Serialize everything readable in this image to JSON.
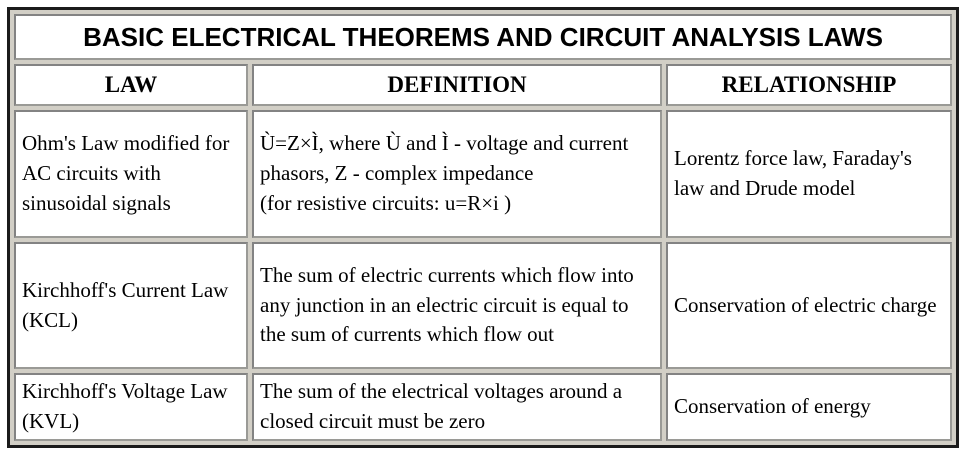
{
  "table": {
    "title": "BASIC ELECTRICAL THEOREMS AND CIRCUIT ANALYSIS LAWS",
    "columns": [
      {
        "label": "LAW"
      },
      {
        "label": "DEFINITION"
      },
      {
        "label": "RELATIONSHIP"
      }
    ],
    "rows": [
      {
        "law": "Ohm's Law modified for AC circuits with sinusoidal signals",
        "definition": "Ù=Z×Ì, where Ù and Ì - voltage and current phasors, Z - complex impedance\n(for resistive circuits: u=R×i )",
        "relationship": "Lorentz force law, Faraday's law and Drude model"
      },
      {
        "law": "Kirchhoff's Current Law (KCL)",
        "definition": "The sum of electric currents which flow into any junction in an electric circuit is equal to the sum of currents which flow out",
        "relationship": "Conservation of electric charge"
      },
      {
        "law": "Kirchhoff's Voltage Law (KVL)",
        "definition": "The sum of the electrical voltages around a closed circuit must be zero",
        "relationship": "Conservation of energy"
      }
    ]
  },
  "colors": {
    "outer_border": "#1b1b1b",
    "cell_border": "#838383",
    "title_background": "#e0dfde",
    "spacing_background": "#d2cfc6",
    "cell_background": "#ffffff",
    "text": "#000000"
  }
}
